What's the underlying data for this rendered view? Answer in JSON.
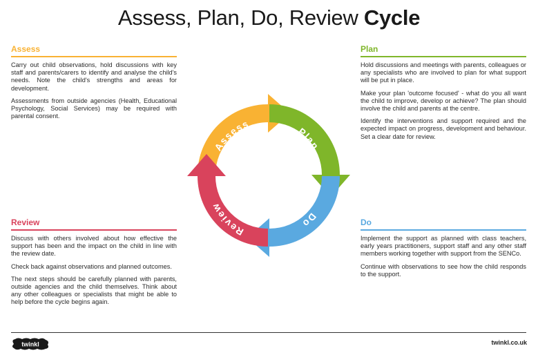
{
  "title": {
    "main": "Assess, Plan, Do, Review",
    "bold": "Cycle"
  },
  "colors": {
    "assess": "#f9b233",
    "plan": "#7fb62a",
    "do": "#5aa9e0",
    "review": "#d9435c"
  },
  "sections": {
    "assess": {
      "heading": "Assess",
      "paragraphs": [
        "Carry out child observations, hold discussions with key staff and parents/carers to identify and analyse the child's needs. Note the child's strengths and areas for development.",
        "Assessments from outside agencies (Health, Educational Psychology, Social Services) may be required with parental consent."
      ]
    },
    "plan": {
      "heading": "Plan",
      "paragraphs": [
        "Hold discussions and meetings with parents, colleagues or any specialists who are involved to plan for what support will be put in place.",
        "Make your plan 'outcome focused' - what do you all want the child to improve, develop or achieve? The plan should involve the child and parents at the centre.",
        "Identify the interventions and support required and the expected impact on progress, development and behaviour. Set a clear date for review."
      ]
    },
    "review": {
      "heading": "Review",
      "paragraphs": [
        "Discuss with others involved about how effective the support has been and the impact on the child in line with the review date.",
        "Check back against observations and planned outcomes.",
        "The next steps should be carefully planned with parents, outside agencies and the child themselves. Think about any other colleagues or specialists that might be able to help before the cycle begins again."
      ]
    },
    "do": {
      "heading": "Do",
      "paragraphs": [
        "Implement the support as planned with class teachers, early years practitioners, support staff and any other staff members working together with support from the SENCo.",
        "Continue with observations to see how the child responds to the support."
      ]
    }
  },
  "cycle_labels": {
    "assess": "Assess",
    "plan": "Plan",
    "do": "Do",
    "review": "Review"
  },
  "footer": {
    "logo_text": "twinkl",
    "site": "twinkl.co.uk"
  }
}
